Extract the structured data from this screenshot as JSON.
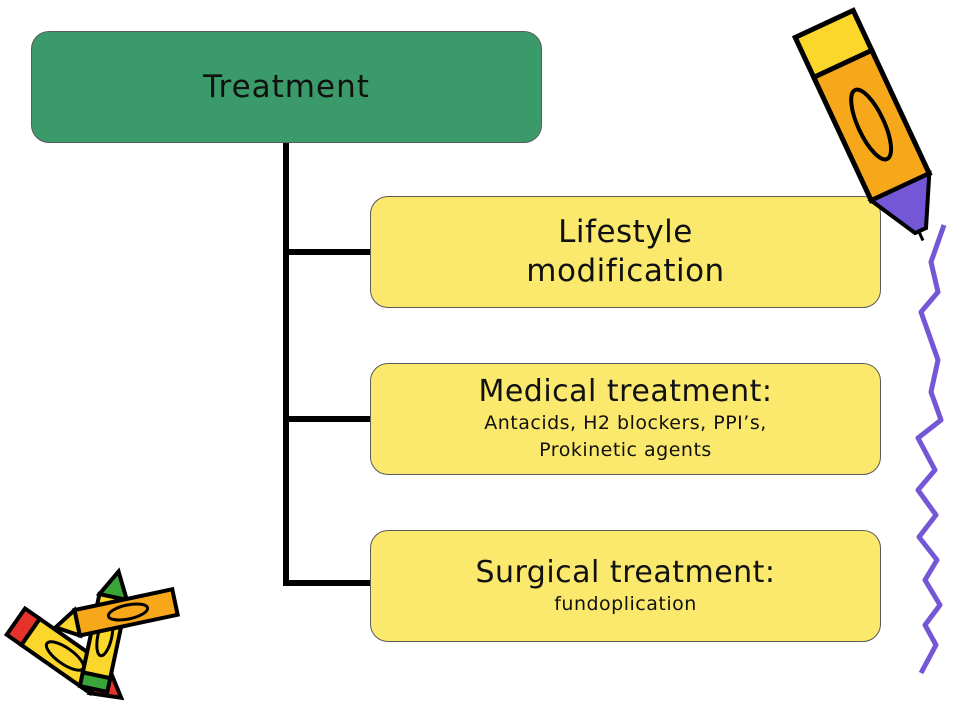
{
  "colors": {
    "root_fill": "#3a9a6a",
    "child_fill": "#fbe96e",
    "connector": "#000000",
    "pencil_orange": "#f6a81a",
    "pencil_yellow": "#fbd72b",
    "pencil_purple": "#7357d6",
    "pencil_red": "#e5322a",
    "pencil_green": "#3aa63a"
  },
  "root": {
    "label": "Treatment"
  },
  "children": [
    {
      "title": "Lifestyle\nmodification",
      "detail": ""
    },
    {
      "title": "Medical treatment:",
      "detail": "Antacids, H2 blockers, PPI’s,\nProkinetic agents"
    },
    {
      "title": "Surgical treatment:",
      "detail": "fundoplication"
    }
  ],
  "decorations": [
    "pencil-icon",
    "pencil-icon",
    "pencil-icon",
    "squiggle-border"
  ]
}
